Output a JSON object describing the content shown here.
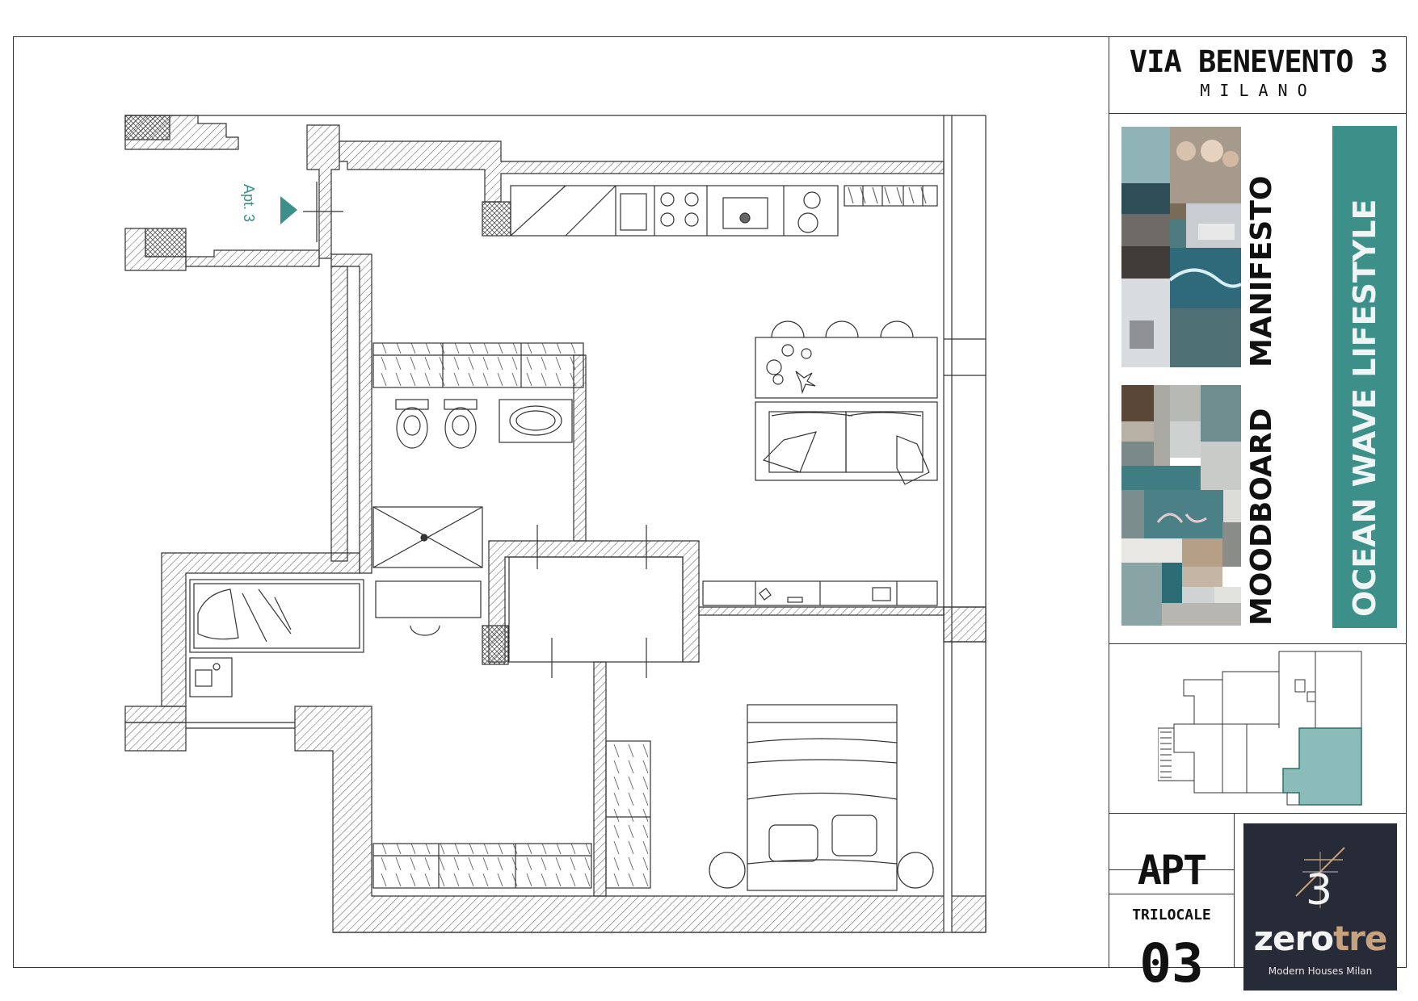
{
  "sheet": {
    "address": "VIA BENEVENTO 3",
    "city": "MILANO",
    "moodboard_title": "MOODBOARD",
    "manifesto_title": "MANIFESTO",
    "lifestyle_title": "OCEAN WAVE LIFESTYLE",
    "apt_label": "APT",
    "apt_type": "TRILOCALE",
    "apt_number": "03"
  },
  "plan": {
    "entrance_label": "Apt. 3"
  },
  "logo": {
    "word_part1": "zero",
    "word_part2": "tre",
    "tagline": "Modern Houses Milan",
    "mark": "3"
  },
  "colors": {
    "accent_teal": "#3d8f8a",
    "logo_bg": "#272b37",
    "logo_gold": "#c7a27f",
    "line": "#333333"
  }
}
